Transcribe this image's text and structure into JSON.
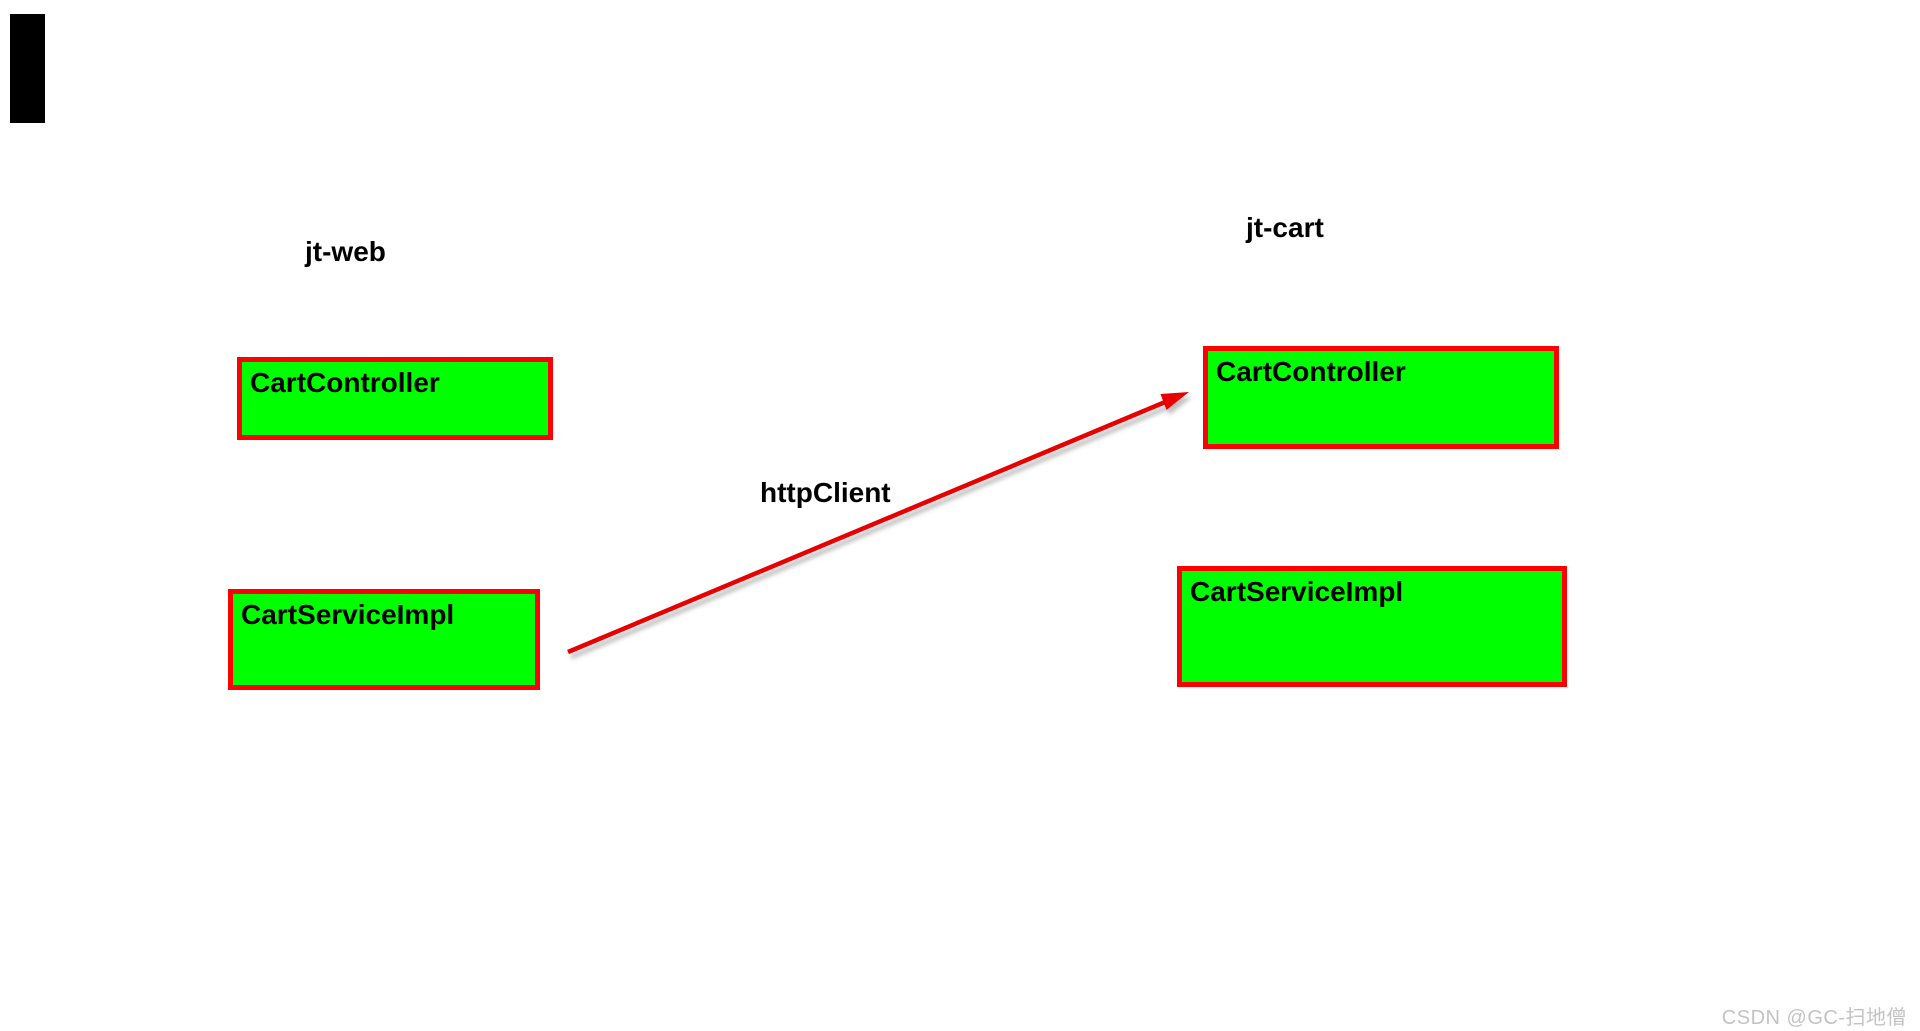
{
  "diagram": {
    "left_group": {
      "label": "jt-web"
    },
    "right_group": {
      "label": "jt-cart"
    },
    "boxes": [
      {
        "label": "CartController",
        "group": "jt-web"
      },
      {
        "label": "CartServiceImpl",
        "group": "jt-web"
      },
      {
        "label": "CartController",
        "group": "jt-cart"
      },
      {
        "label": "CartServiceImpl",
        "group": "jt-cart"
      }
    ],
    "connector": {
      "label": "httpClient"
    },
    "colors": {
      "box_fill": "#00ff00",
      "box_border": "#ff0000",
      "arrow": "#e80000",
      "label_text": "#000000",
      "top_left_artifact": "#000000",
      "watermark": "#c3c3c3"
    }
  },
  "watermark": {
    "text": "CSDN @GC-扫地僧"
  }
}
